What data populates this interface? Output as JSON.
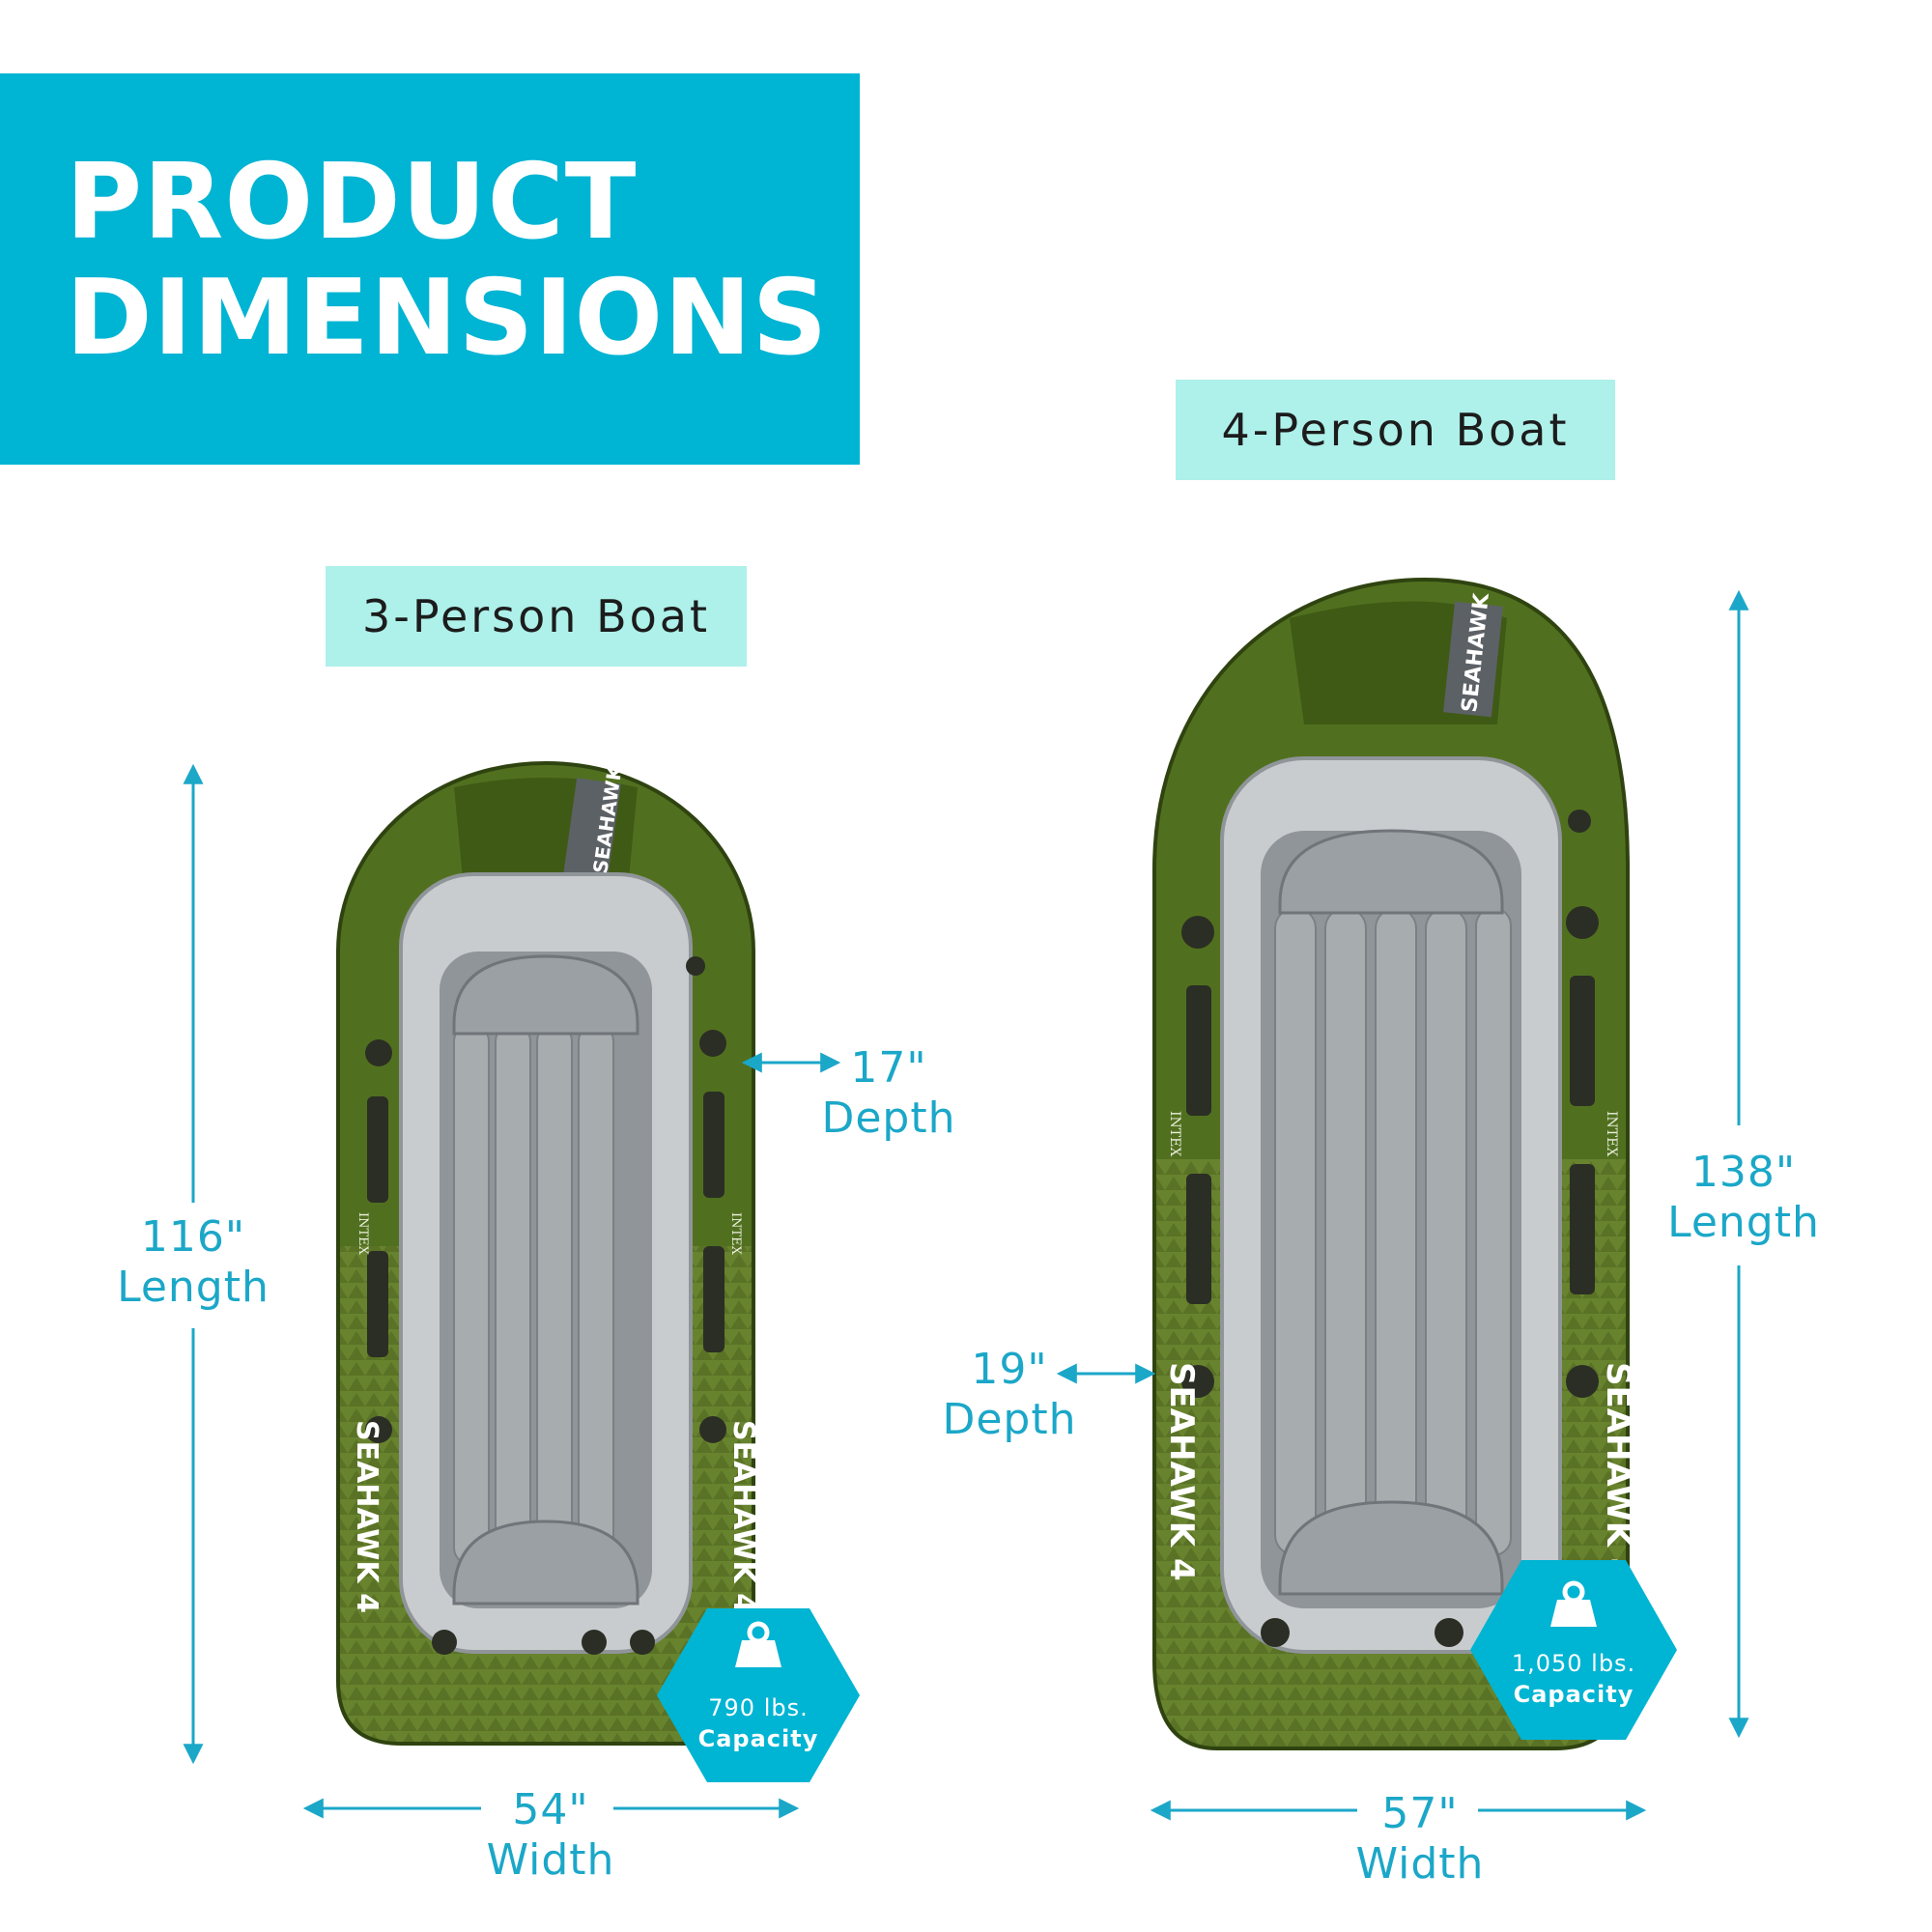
{
  "header": {
    "title_line1": "PRODUCT",
    "title_line2": "DIMENSIONS"
  },
  "colors": {
    "accent": "#00b4d3",
    "tag_bg": "#aef0ea",
    "dimension_text": "#1ba7c8",
    "boat_green": "#4f6b1e",
    "boat_gray": "#8f9599"
  },
  "boat3": {
    "tag": "3-Person Boat",
    "length": {
      "value": "116\"",
      "label": "Length"
    },
    "depth": {
      "value": "17\"",
      "label": "Depth"
    },
    "width": {
      "value": "54\"",
      "label": "Width"
    },
    "capacity": {
      "value": "790 lbs.",
      "label": "Capacity",
      "icon": "weight-icon"
    },
    "brand_side": "SEAHAWK 4",
    "brand_bow": "SEAHAWK",
    "brand_maker": "INTEX"
  },
  "boat4": {
    "tag": "4-Person Boat",
    "length": {
      "value": "138\"",
      "label": "Length"
    },
    "depth": {
      "value": "19\"",
      "label": "Depth"
    },
    "width": {
      "value": "57\"",
      "label": "Width"
    },
    "capacity": {
      "value": "1,050 lbs.",
      "label": "Capacity",
      "icon": "weight-icon"
    },
    "brand_side": "SEAHAWK 4",
    "brand_bow": "SEAHAWK",
    "brand_maker": "INTEX"
  }
}
